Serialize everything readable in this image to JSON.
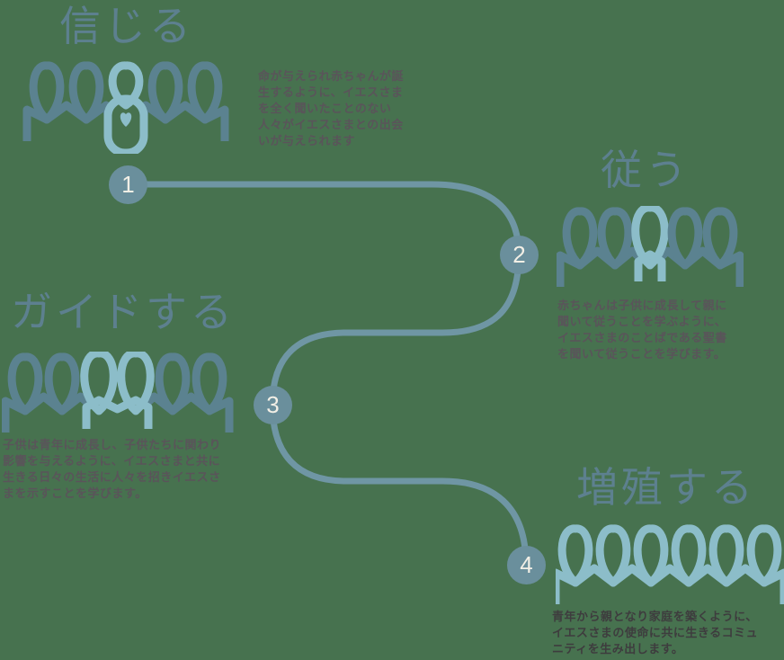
{
  "colors": {
    "background": "#47724f",
    "figure_dark": "#5b8290",
    "figure_light": "#8cbdc9",
    "title": "#5d808f",
    "connector": "#6f96a4",
    "circle_fill": "#6a8f9c",
    "circle_number": "#f2efe6",
    "desc_text": "#5a545a",
    "desc_text_dark": "#3e3c3e"
  },
  "sections": [
    {
      "id": "believe",
      "title": "信じる",
      "step": "1",
      "desc": "命が与えられ赤ちゃんが誕\n生するように、イエスさま\nを全く聞いたことのない\n人々がイエスさまとの出会\nいが与えられます"
    },
    {
      "id": "follow",
      "title": "従う",
      "step": "2",
      "desc": "赤ちゃんは子供に成長して親に\n聞いて従うことを学ぶように、\nイエスさまのことばである聖書\nを聞いて従うことを学びます。"
    },
    {
      "id": "guide",
      "title": "ガイドする",
      "step": "3",
      "desc": "子供は青年に成長し、子供たちに関わり\n影響を与えるように、イエスさまと共に\n生きる日々の生活に人々を招きイエスさ\nまを示すことを学びます。"
    },
    {
      "id": "multiply",
      "title": "増殖する",
      "step": "4",
      "desc": "青年から親となり家庭を築くように、\nイエスさまの使命に共に生きるコミュ\nニティを生み出します。"
    }
  ],
  "icon_rows": [
    {
      "section": "believe",
      "line_color": "dark",
      "figures": [
        {
          "type": "person",
          "color": "dark"
        },
        {
          "type": "person",
          "color": "dark"
        },
        {
          "type": "baby",
          "color": "light"
        },
        {
          "type": "person",
          "color": "dark"
        },
        {
          "type": "person",
          "color": "dark"
        }
      ]
    },
    {
      "section": "follow",
      "line_color": "dark",
      "figures": [
        {
          "type": "person",
          "color": "dark"
        },
        {
          "type": "person",
          "color": "dark"
        },
        {
          "type": "forward",
          "color": "light"
        },
        {
          "type": "person",
          "color": "dark"
        },
        {
          "type": "person",
          "color": "dark"
        }
      ]
    },
    {
      "section": "guide",
      "line_color": "dark",
      "figures": [
        {
          "type": "person",
          "color": "dark"
        },
        {
          "type": "person",
          "color": "dark"
        },
        {
          "type": "forward",
          "color": "light"
        },
        {
          "type": "forward",
          "color": "light"
        },
        {
          "type": "person",
          "color": "dark"
        },
        {
          "type": "person",
          "color": "dark"
        }
      ]
    },
    {
      "section": "multiply",
      "line_color": "light",
      "figures": [
        {
          "type": "person",
          "color": "light"
        },
        {
          "type": "person",
          "color": "light"
        },
        {
          "type": "person",
          "color": "light"
        },
        {
          "type": "person",
          "color": "light"
        },
        {
          "type": "person",
          "color": "light"
        },
        {
          "type": "person",
          "color": "light"
        }
      ]
    }
  ]
}
